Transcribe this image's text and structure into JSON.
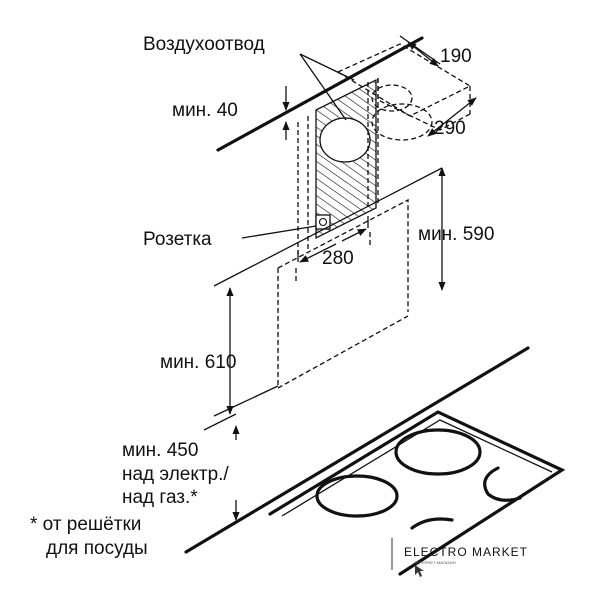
{
  "labels": {
    "air_duct": "Воздухоотвод",
    "min_40": "мин. 40",
    "socket": "Розетка",
    "dim_190": "190",
    "dim_290": "290",
    "dim_280": "280",
    "min_590": "мин. 590",
    "min_610": "мин. 610",
    "min_450": "мин. 450",
    "over_electric": "над электр./",
    "over_gas": "над газ.*",
    "footnote_line1": "* от решётки",
    "footnote_line2": "для посуды"
  },
  "watermark": {
    "text": "ELECTRO MARKET",
    "subtext": "ИНТЕРНЕТ-МАГАЗИН"
  }
}
